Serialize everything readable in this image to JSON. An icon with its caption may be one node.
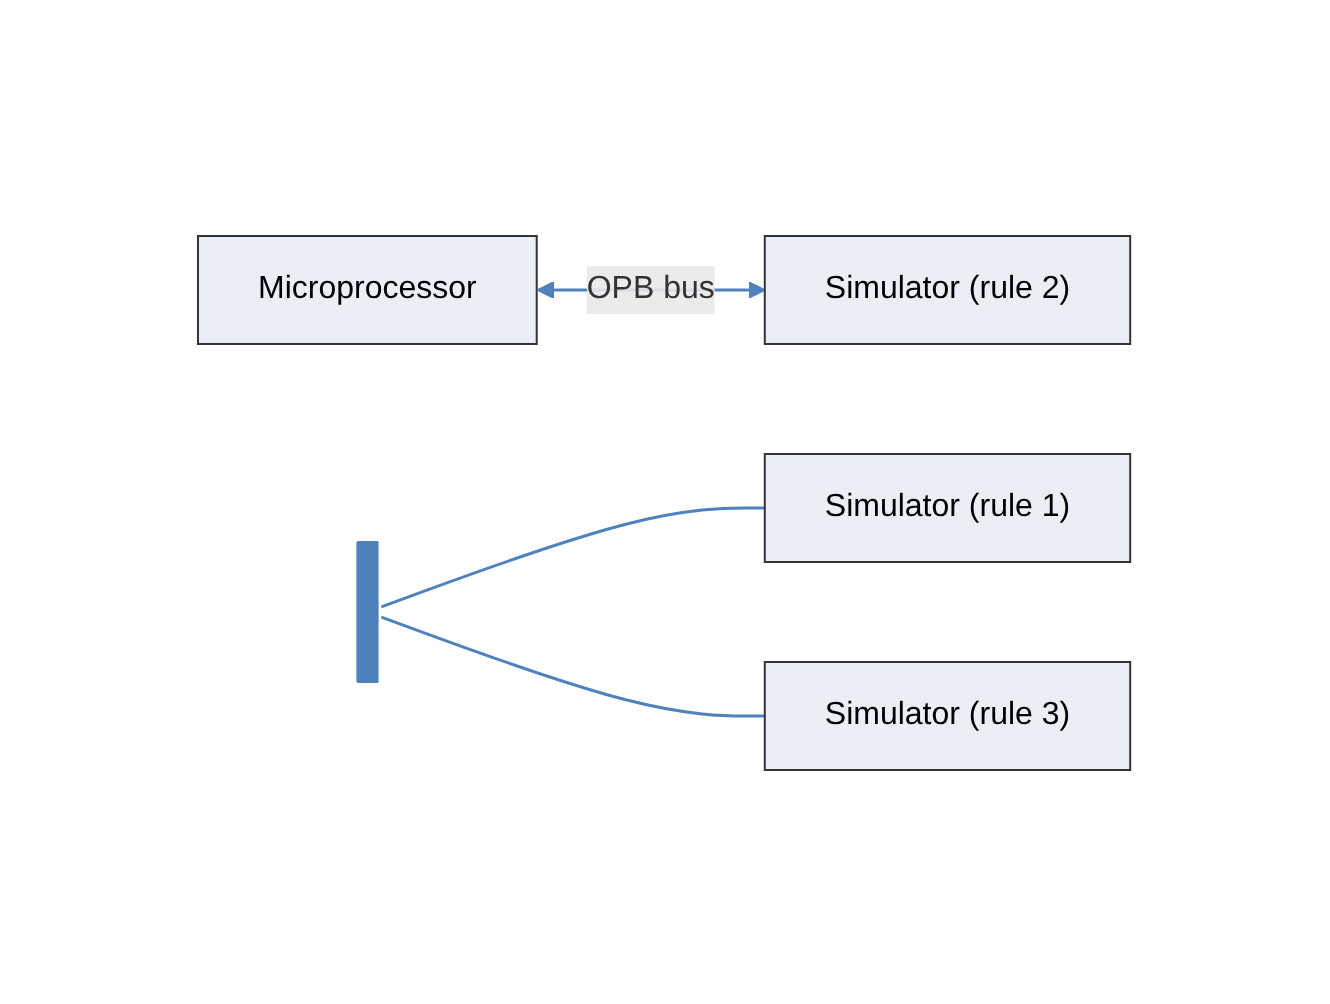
{
  "diagram": {
    "nodes": [
      {
        "text": [
          "Microprocessor"
        ]
      },
      {
        "text": [],
        "shape": "bar"
      },
      {
        "text": [
          "Simulator (rule 1)"
        ]
      },
      {
        "text": [
          "Simulator (rule 2)"
        ]
      },
      {
        "text": [
          "Simulator (rule 3)"
        ]
      }
    ],
    "edges": [
      {
        "from": 0,
        "to": 3,
        "arrow": "both",
        "label": "OPB bus"
      },
      {
        "from": 1,
        "to": 2,
        "arrow": "none"
      },
      {
        "from": 1,
        "to": 4,
        "arrow": "none"
      }
    ]
  }
}
